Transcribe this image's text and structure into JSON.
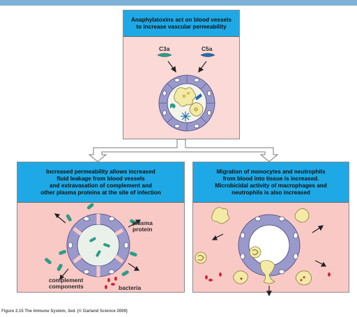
{
  "panel_top": {
    "title_line1": "Anaphylatoxins act on blood vessels",
    "title_line2": "to increase vascular permeability",
    "c3a_label": "C3a",
    "c5a_label": "C5a"
  },
  "panel_left": {
    "title_line1": "Increased permeability allows increased",
    "title_line2": "fluid leakage from blood vessels",
    "title_line3": "and extravasation of complement and",
    "title_line4": "other plasma proteins at the site of infection",
    "plasma_protein_label_1": "plasma",
    "plasma_protein_label_2": "protein",
    "complement_label_1": "complement",
    "complement_label_2": "components",
    "bacteria_label": "bacteria"
  },
  "panel_right": {
    "title_line1": "Migration of monocytes and neutrophils",
    "title_line2": "from blood into tissue is increased.",
    "title_line3": "Microbicidal activity of macrophages and",
    "title_line4": "neutrophils is also increased"
  },
  "caption": "Figure 2.15 The Immune System, 3ed. (© Garland Science 2009)",
  "colors": {
    "header_blue": "#1ea9e6",
    "panel_pink": "#f9c9c6",
    "vessel_purple": "#9a99cc",
    "plasma_green": "#2e9c86",
    "c5a_blue": "#1f6fb0",
    "bacteria_red": "#cc2a36",
    "macrophage_yellow": "#f3eaa6"
  }
}
